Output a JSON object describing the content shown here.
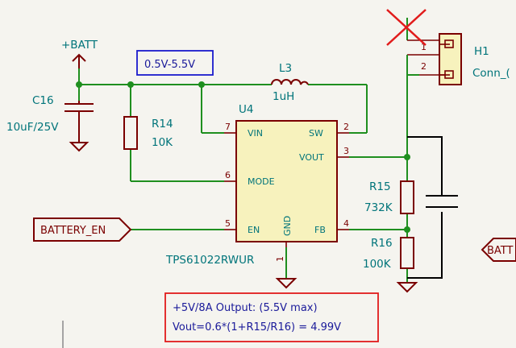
{
  "power": {
    "batt_label": "+BATT"
  },
  "range_label": "0.5V-5.5V",
  "components": {
    "c16": {
      "ref": "C16",
      "value": "10uF/25V"
    },
    "r14": {
      "ref": "R14",
      "value": "10K"
    },
    "l3": {
      "ref": "L3",
      "value": "1uH"
    },
    "u4": {
      "ref": "U4",
      "part": "TPS61022RWUR",
      "pins": {
        "vin": {
          "name": "VIN",
          "num": "7"
        },
        "sw": {
          "name": "SW",
          "num": "2"
        },
        "vout": {
          "name": "VOUT",
          "num": "3"
        },
        "mode": {
          "name": "MODE",
          "num": "6"
        },
        "en": {
          "name": "EN",
          "num": "5"
        },
        "fb": {
          "name": "FB",
          "num": "4"
        },
        "gnd": {
          "name": "GND",
          "num": "1"
        }
      }
    },
    "r15": {
      "ref": "R15",
      "value": "732K"
    },
    "r16": {
      "ref": "R16",
      "value": "100K"
    },
    "h1": {
      "ref": "H1",
      "value": "Conn_(",
      "pin1": "1",
      "pin2": "2"
    }
  },
  "net_labels": {
    "battery_en": "BATTERY_EN",
    "batt_right": "BATT"
  },
  "note": {
    "line1": "+5V/8A Output: (5.5V max)",
    "line2": "Vout=0.6*(1+R15/R16) = 4.99V"
  },
  "colors": {
    "wire": "#1f8f1f",
    "component": "#7a0000",
    "body_fill": "#f7f2bd",
    "text": "#00747a",
    "note_text": "#1a1a9a",
    "note_border": "#e11b1b",
    "range_border": "#1a1acc",
    "background": "#f5f4ef",
    "strike": "#e11b1b"
  }
}
